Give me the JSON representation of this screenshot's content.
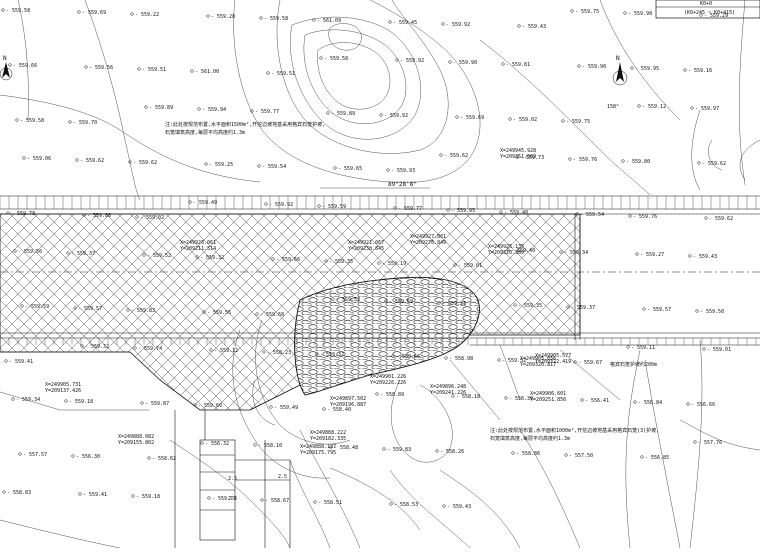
{
  "legend_box": {
    "line1": "K0+0",
    "line2": "(K0+245 ~ K0+415)"
  },
  "north_arrows": [
    {
      "label": "N"
    },
    {
      "label": "N",
      "sub": "158°"
    }
  ],
  "bearing": "89°28'8\"",
  "notes": [
    "注:此处按规范布置,水平面积1500m²,开挖边坡地基采用格宾石笼护坡,",
    "石笼填筑高度,每层平均高度约1.3m",
    "注:此处按规范布置,水平面积1000m²,开挖边坡地基采用格宾石笼(3)护坡,",
    "石笼填筑高度,每层平均高度约1.3m",
    "格宾石笼护坡约200m"
  ],
  "coords": [
    {
      "x": "X=249945.928",
      "y": "Y=209351.569"
    },
    {
      "x": "X=249926.061",
      "y": "Y=209211.514"
    },
    {
      "x": "X=249921.067",
      "y": "Y=209238.645"
    },
    {
      "x": "X=249927.861",
      "y": "Y=209276.849"
    },
    {
      "x": "X=249925.135",
      "y": "Y=209320.389"
    },
    {
      "x": "X=249905.731",
      "y": "Y=209137.426"
    },
    {
      "x": "X=249901.226",
      "y": "Y=209226.226"
    },
    {
      "x": "X=249896.248",
      "y": "Y=209241.226"
    },
    {
      "x": "X=249897.502",
      "y": "Y=209196.887"
    },
    {
      "x": "X=249905.056",
      "y": "Y=209320.817"
    },
    {
      "x": "X=249905.577",
      "y": "Y=209322.419"
    },
    {
      "x": "X=249906.601",
      "y": "Y=209251.856"
    },
    {
      "x": "X=249888.222",
      "y": "Y=209182.335"
    },
    {
      "x": "X=249888.082",
      "y": "Y=209155.802"
    },
    {
      "x": "X=249888.127",
      "y": "Y=209175.795"
    }
  ],
  "spots": [
    "559.58",
    "559.69",
    "559.22",
    "559.28",
    "559.58",
    "561.09",
    "559.45",
    "559.92",
    "559.43",
    "559.75",
    "559.98",
    "559.29",
    "559.66",
    "559.56",
    "559.51",
    "561.00",
    "559.51",
    "559.58",
    "559.92",
    "559.90",
    "559.81",
    "559.90",
    "559.95",
    "559.16",
    "559.58",
    "559.70",
    "559.89",
    "559.94",
    "559.77",
    "559.89",
    "559.92",
    "559.69",
    "559.02",
    "559.75",
    "559.12",
    "559.97",
    "559.06",
    "559.62",
    "559.62",
    "559.25",
    "559.54",
    "559.65",
    "559.93",
    "559.62",
    "559.73",
    "559.76",
    "559.80",
    "559.62",
    "559.78",
    "559.80",
    "559.02",
    "559.49",
    "559.92",
    "559.59",
    "559.77",
    "559.95",
    "559.40",
    "559.54",
    "559.76",
    "559.62",
    "559.56",
    "559.37",
    "559.52",
    "559.32",
    "559.66",
    "559.35",
    "559.19",
    "559.01",
    "559.40",
    "559.34",
    "559.27",
    "559.43",
    "559.59",
    "559.57",
    "559.83",
    "559.55",
    "559.68",
    "559.52",
    "559.59",
    "559.23",
    "559.35",
    "559.37",
    "559.57",
    "559.50",
    "559.41",
    "559.32",
    "559.74",
    "559.12",
    "558.23",
    "559.32",
    "559.66",
    "558.98",
    "559.32",
    "559.67",
    "559.11",
    "559.01",
    "559.34",
    "559.18",
    "559.87",
    "559.60",
    "559.49",
    "558.40",
    "558.89",
    "558.18",
    "556.36",
    "556.41",
    "556.84",
    "556.66",
    "557.57",
    "556.30",
    "558.62",
    "556.32",
    "558.10",
    "558.48",
    "559.83",
    "558.26",
    "558.86",
    "557.50",
    "556.85",
    "557.76",
    "558.83",
    "559.41",
    "559.18",
    "559.70",
    "558.67",
    "558.51",
    "558.53",
    "559.43"
  ],
  "dims": [
    "2.5",
    "2.5",
    "2.5"
  ]
}
